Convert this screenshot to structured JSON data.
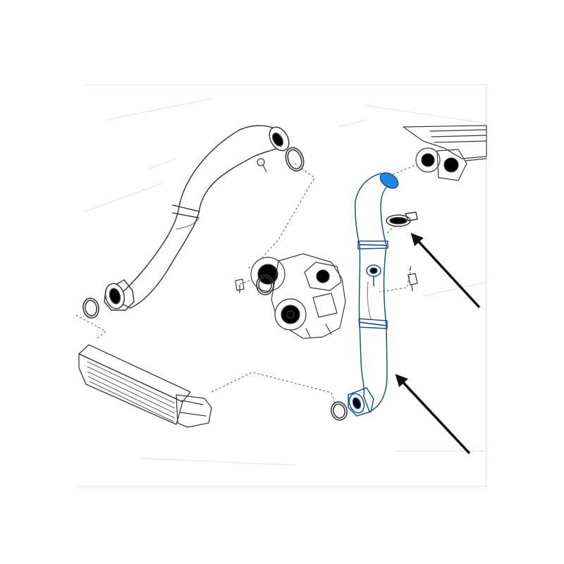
{
  "colors": {
    "background": "#ffffff",
    "line": "#3a3a3a",
    "leader": "#555555",
    "faint": "#d9d9d9",
    "highlight": "#1f86e6",
    "highlight_edge": "#1a4fa0",
    "arrow": "#111111",
    "part_fill": "#ffffff"
  },
  "parts": [
    {
      "id": "charge-pipe-upper",
      "highlighted": false
    },
    {
      "id": "charge-pipe-lower",
      "highlighted": true
    },
    {
      "id": "hose-clamp",
      "highlighted": false
    },
    {
      "id": "pressure-sensor",
      "highlighted": false
    },
    {
      "id": "turbocharger",
      "highlighted": false
    },
    {
      "id": "intercooler",
      "highlighted": false
    },
    {
      "id": "throttle-housing",
      "highlighted": false
    },
    {
      "id": "o-ring",
      "highlighted": false
    }
  ],
  "callouts": [
    {
      "id": "arrow-to-hose-clamp",
      "points_to": "hose-clamp"
    },
    {
      "id": "arrow-to-charge-pipe",
      "points_to": "charge-pipe-lower"
    }
  ]
}
